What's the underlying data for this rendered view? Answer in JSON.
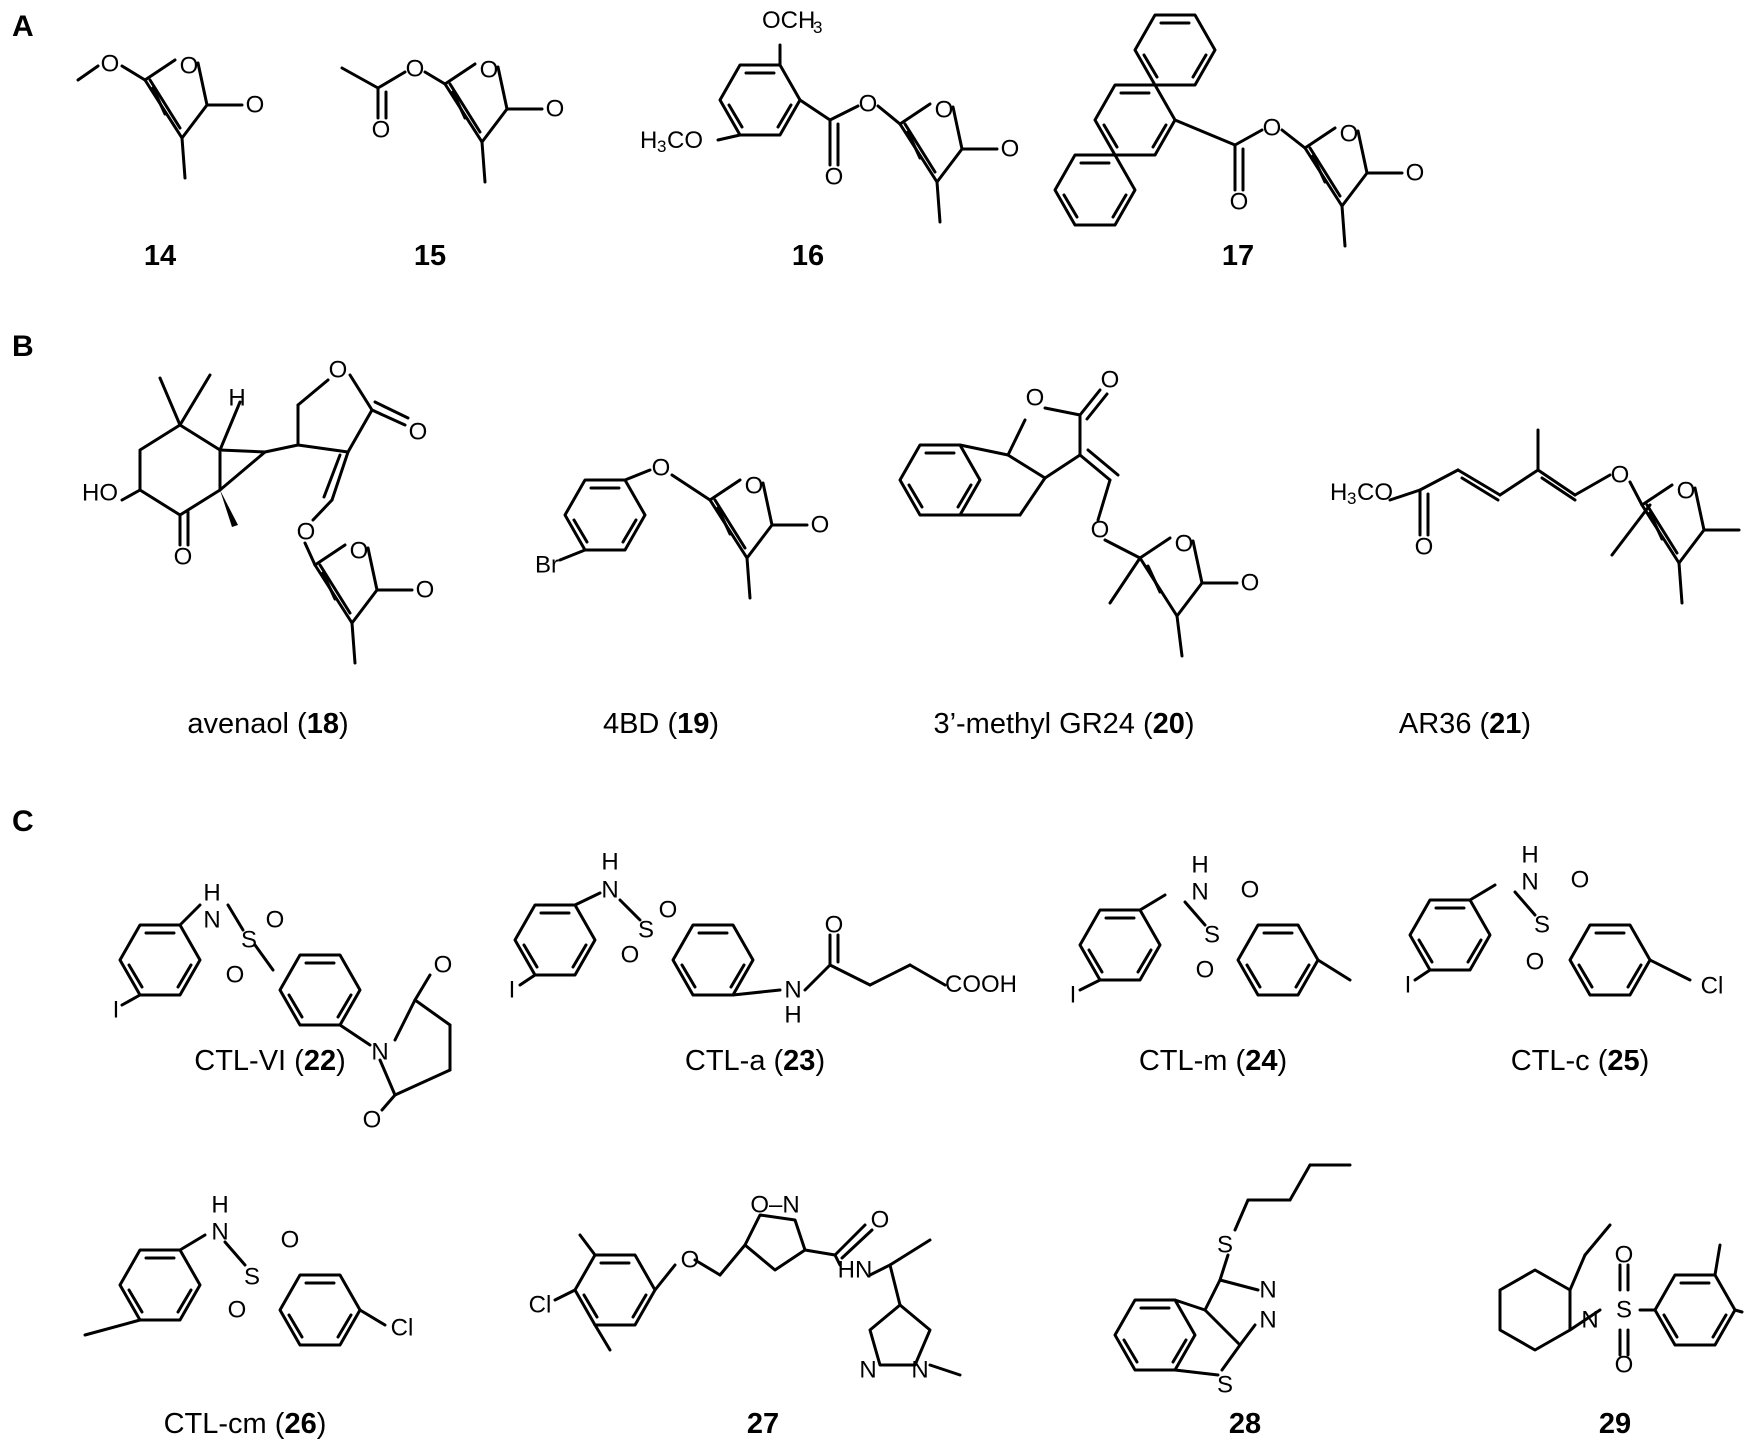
{
  "panels": [
    {
      "letter": "A",
      "compounds": [
        {
          "id": "14"
        },
        {
          "id": "15"
        },
        {
          "id": "16"
        },
        {
          "id": "17"
        }
      ]
    },
    {
      "letter": "B",
      "compounds": [
        {
          "name": "avenaol",
          "id": "18"
        },
        {
          "name": "4BD",
          "id": "19"
        },
        {
          "name": "3’-methyl GR24",
          "id": "20"
        },
        {
          "name": "AR36",
          "id": "21"
        }
      ]
    },
    {
      "letter": "C",
      "compounds": [
        {
          "name": "CTL-VI",
          "id": "22"
        },
        {
          "name": "CTL-a",
          "id": "23"
        },
        {
          "name": "CTL-m",
          "id": "24"
        },
        {
          "name": "CTL-c",
          "id": "25"
        },
        {
          "name": "CTL-cm",
          "id": "26"
        },
        {
          "id": "27"
        },
        {
          "id": "28"
        },
        {
          "id": "29"
        }
      ]
    }
  ],
  "atom_labels": {
    "oxygen": "O",
    "nitrogen": "N",
    "sulfur": "S",
    "hydrogen": "H",
    "chlorine": "Cl",
    "bromine": "Br",
    "iodine": "I",
    "methoxy_top": "OCH",
    "methoxy_top_sub": "3",
    "methyl_prefix": "H",
    "methyl_prefix_sub": "3",
    "methyl_suffix": "CO",
    "hydroxy": "HO",
    "amide_nh": "NH",
    "amide_hn": "HN",
    "carboxylic_acid": "COOH",
    "isoxazole": "O–N"
  }
}
